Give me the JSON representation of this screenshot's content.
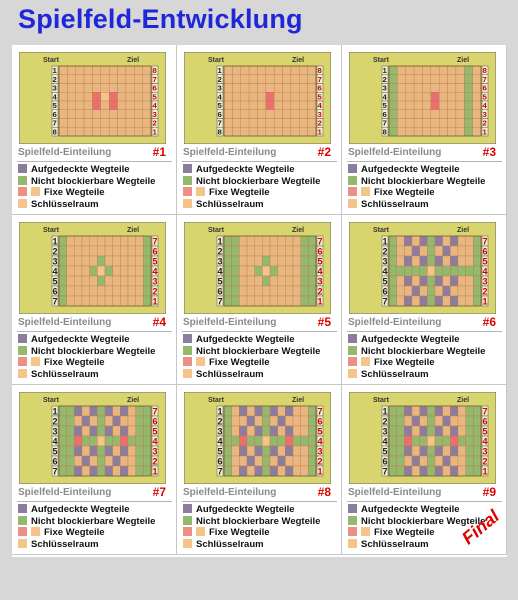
{
  "page_title": "Spielfeld-Entwicklung",
  "final_label": "Final",
  "board_text": {
    "start": "Start",
    "goal": "Ziel"
  },
  "legend_items": [
    {
      "label": "Aufgedeckte Wegteile",
      "colors": [
        "#8c7c9e"
      ]
    },
    {
      "label": "Nicht blockierbare Wegteile",
      "colors": [
        "#94b86e"
      ]
    },
    {
      "label": "Fixe Wegteile",
      "colors": [
        "#ee8f86",
        "#f5c48a"
      ]
    },
    {
      "label": "Schlüsselraum",
      "colors": [
        "#f5c48a"
      ]
    }
  ],
  "colors": {
    "board_bg": "#d8d56e",
    "path": "#e8b781",
    "grid_line": "#c07c45",
    "purple": "#8c7c9e",
    "green": "#94b86e",
    "red": "#ec6f6f",
    "orange": "#f5c48a"
  },
  "panels": [
    {
      "caption": "Spielfeld-Einteilung",
      "number": "#1",
      "left_nums": [
        "1",
        "2",
        "3",
        "4",
        "5",
        "6",
        "7",
        "8"
      ],
      "right_nums": [
        "8",
        "7",
        "6",
        "5",
        "4",
        "3",
        "2",
        "1"
      ]
    },
    {
      "caption": "Spielfeld-Einteilung",
      "number": "#2",
      "left_nums": [
        "1",
        "2",
        "3",
        "4",
        "5",
        "6",
        "7",
        "8"
      ],
      "right_nums": [
        "8",
        "7",
        "6",
        "5",
        "4",
        "3",
        "2",
        "1"
      ]
    },
    {
      "caption": "Spielfeld-Einteilung",
      "number": "#3",
      "left_nums": [
        "1",
        "2",
        "3",
        "4",
        "5",
        "6",
        "7",
        "8"
      ],
      "right_nums": [
        "8",
        "7",
        "6",
        "5",
        "4",
        "3",
        "2",
        "1"
      ]
    },
    {
      "caption": "Spielfeld-Einteilung",
      "number": "#4",
      "left_nums": [
        "1",
        "2",
        "3",
        "4",
        "5",
        "6",
        "7"
      ],
      "right_nums": [
        "7",
        "6",
        "5",
        "4",
        "3",
        "2",
        "1"
      ]
    },
    {
      "caption": "Spielfeld-Einteilung",
      "number": "#5",
      "left_nums": [
        "1",
        "2",
        "3",
        "4",
        "5",
        "6",
        "7"
      ],
      "right_nums": [
        "7",
        "6",
        "5",
        "4",
        "3",
        "2",
        "1"
      ]
    },
    {
      "caption": "Spielfeld-Einteilung",
      "number": "#6",
      "left_nums": [
        "1",
        "2",
        "3",
        "4",
        "5",
        "6",
        "7"
      ],
      "right_nums": [
        "7",
        "6",
        "5",
        "4",
        "3",
        "2",
        "1"
      ]
    },
    {
      "caption": "Spielfeld-Einteilung",
      "number": "#7",
      "left_nums": [
        "1",
        "2",
        "3",
        "4",
        "5",
        "6",
        "7"
      ],
      "right_nums": [
        "7",
        "6",
        "5",
        "4",
        "3",
        "2",
        "1"
      ]
    },
    {
      "caption": "Spielfeld-Einteilung",
      "number": "#8",
      "left_nums": [
        "1",
        "2",
        "3",
        "4",
        "5",
        "6",
        "7"
      ],
      "right_nums": [
        "7",
        "6",
        "5",
        "4",
        "3",
        "2",
        "1"
      ]
    },
    {
      "caption": "Spielfeld-Einteilung",
      "number": "#9",
      "left_nums": [
        "1",
        "2",
        "3",
        "4",
        "5",
        "6",
        "7"
      ],
      "right_nums": [
        "7",
        "6",
        "5",
        "4",
        "3",
        "2",
        "1"
      ]
    }
  ]
}
